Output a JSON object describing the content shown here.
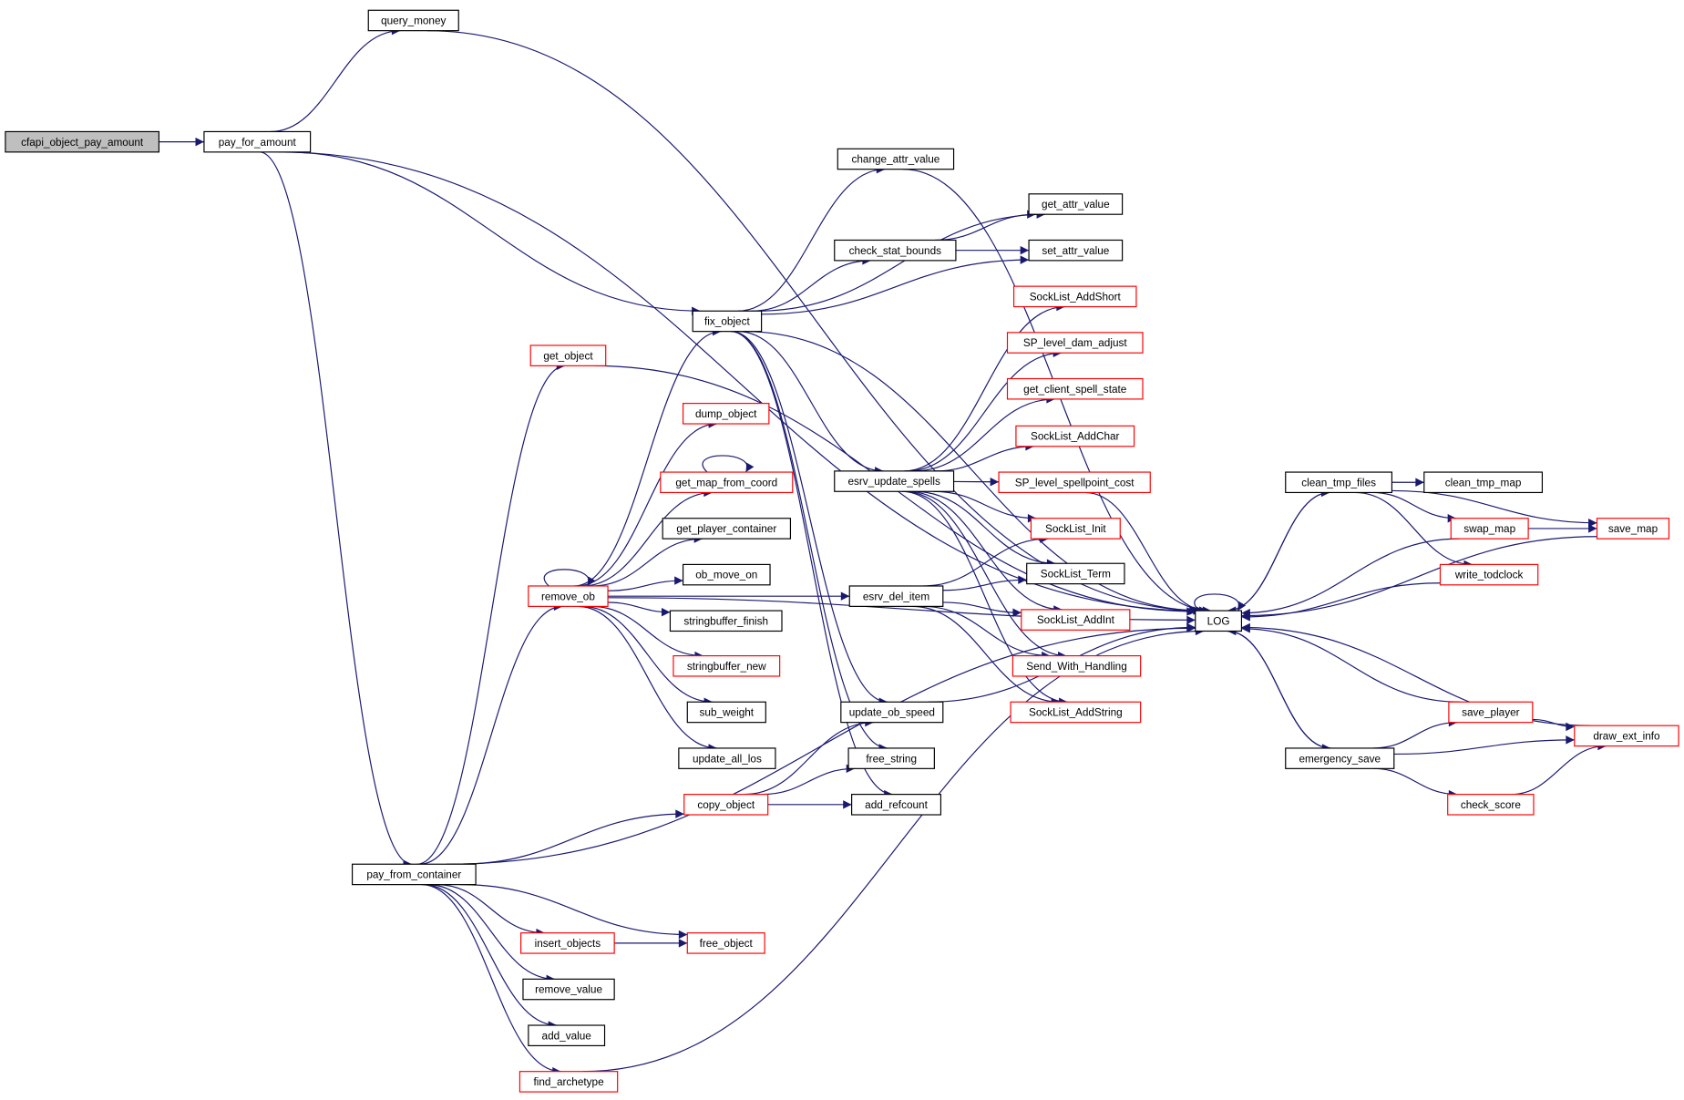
{
  "colors": {
    "edge": "#191970",
    "root_fill": "#bfbfbf",
    "node_border": "#000000",
    "truncated_border": "#ff0000",
    "node_fill": "#ffffff"
  },
  "nodes": [
    {
      "id": "cfapi_object_pay_amount",
      "label": "cfapi_object_pay_amount",
      "style": "root"
    },
    {
      "id": "pay_for_amount",
      "label": "pay_for_amount",
      "style": "black"
    },
    {
      "id": "query_money",
      "label": "query_money",
      "style": "black"
    },
    {
      "id": "get_object",
      "label": "get_object",
      "style": "red"
    },
    {
      "id": "pay_from_container",
      "label": "pay_from_container",
      "style": "black"
    },
    {
      "id": "fix_object",
      "label": "fix_object",
      "style": "black"
    },
    {
      "id": "change_attr_value",
      "label": "change_attr_value",
      "style": "black"
    },
    {
      "id": "get_attr_value",
      "label": "get_attr_value",
      "style": "black"
    },
    {
      "id": "check_stat_bounds",
      "label": "check_stat_bounds",
      "style": "black"
    },
    {
      "id": "set_attr_value",
      "label": "set_attr_value",
      "style": "black"
    },
    {
      "id": "dump_object",
      "label": "dump_object",
      "style": "red"
    },
    {
      "id": "get_map_from_coord",
      "label": "get_map_from_coord",
      "style": "red"
    },
    {
      "id": "get_player_container",
      "label": "get_player_container",
      "style": "black"
    },
    {
      "id": "ob_move_on",
      "label": "ob_move_on",
      "style": "black"
    },
    {
      "id": "remove_ob",
      "label": "remove_ob",
      "style": "red"
    },
    {
      "id": "stringbuffer_finish",
      "label": "stringbuffer_finish",
      "style": "black"
    },
    {
      "id": "stringbuffer_new",
      "label": "stringbuffer_new",
      "style": "red"
    },
    {
      "id": "sub_weight",
      "label": "sub_weight",
      "style": "black"
    },
    {
      "id": "update_all_los",
      "label": "update_all_los",
      "style": "black"
    },
    {
      "id": "copy_object",
      "label": "copy_object",
      "style": "red"
    },
    {
      "id": "insert_objects",
      "label": "insert_objects",
      "style": "red"
    },
    {
      "id": "free_object",
      "label": "free_object",
      "style": "red"
    },
    {
      "id": "remove_value",
      "label": "remove_value",
      "style": "black"
    },
    {
      "id": "add_value",
      "label": "add_value",
      "style": "black"
    },
    {
      "id": "find_archetype",
      "label": "find_archetype",
      "style": "red"
    },
    {
      "id": "esrv_update_spells",
      "label": "esrv_update_spells",
      "style": "black"
    },
    {
      "id": "esrv_del_item",
      "label": "esrv_del_item",
      "style": "black"
    },
    {
      "id": "update_ob_speed",
      "label": "update_ob_speed",
      "style": "black"
    },
    {
      "id": "free_string",
      "label": "free_string",
      "style": "black"
    },
    {
      "id": "add_refcount",
      "label": "add_refcount",
      "style": "black"
    },
    {
      "id": "SockList_AddShort",
      "label": "SockList_AddShort",
      "style": "red"
    },
    {
      "id": "SP_level_dam_adjust",
      "label": "SP_level_dam_adjust",
      "style": "red"
    },
    {
      "id": "get_client_spell_state",
      "label": "get_client_spell_state",
      "style": "red"
    },
    {
      "id": "SockList_AddChar",
      "label": "SockList_AddChar",
      "style": "red"
    },
    {
      "id": "SP_level_spellpoint_cost",
      "label": "SP_level_spellpoint_cost",
      "style": "red"
    },
    {
      "id": "SockList_Init",
      "label": "SockList_Init",
      "style": "red"
    },
    {
      "id": "SockList_Term",
      "label": "SockList_Term",
      "style": "black"
    },
    {
      "id": "SockList_AddInt",
      "label": "SockList_AddInt",
      "style": "red"
    },
    {
      "id": "Send_With_Handling",
      "label": "Send_With_Handling",
      "style": "red"
    },
    {
      "id": "SockList_AddString",
      "label": "SockList_AddString",
      "style": "red"
    },
    {
      "id": "LOG",
      "label": "LOG",
      "style": "black"
    },
    {
      "id": "clean_tmp_files",
      "label": "clean_tmp_files",
      "style": "black"
    },
    {
      "id": "clean_tmp_map",
      "label": "clean_tmp_map",
      "style": "black"
    },
    {
      "id": "swap_map",
      "label": "swap_map",
      "style": "red"
    },
    {
      "id": "save_map",
      "label": "save_map",
      "style": "red"
    },
    {
      "id": "write_todclock",
      "label": "write_todclock",
      "style": "red"
    },
    {
      "id": "emergency_save",
      "label": "emergency_save",
      "style": "black"
    },
    {
      "id": "save_player",
      "label": "save_player",
      "style": "red"
    },
    {
      "id": "draw_ext_info",
      "label": "draw_ext_info",
      "style": "red"
    },
    {
      "id": "check_score",
      "label": "check_score",
      "style": "red"
    }
  ],
  "edges": [
    [
      "cfapi_object_pay_amount",
      "pay_for_amount"
    ],
    [
      "pay_for_amount",
      "query_money"
    ],
    [
      "pay_for_amount",
      "LOG"
    ],
    [
      "pay_for_amount",
      "fix_object"
    ],
    [
      "pay_for_amount",
      "pay_from_container"
    ],
    [
      "query_money",
      "LOG"
    ],
    [
      "pay_from_container",
      "get_object"
    ],
    [
      "pay_from_container",
      "remove_ob"
    ],
    [
      "pay_from_container",
      "copy_object"
    ],
    [
      "pay_from_container",
      "LOG"
    ],
    [
      "pay_from_container",
      "free_object"
    ],
    [
      "pay_from_container",
      "insert_objects"
    ],
    [
      "pay_from_container",
      "remove_value"
    ],
    [
      "pay_from_container",
      "add_value"
    ],
    [
      "pay_from_container",
      "find_archetype"
    ],
    [
      "get_object",
      "LOG"
    ],
    [
      "remove_ob",
      "fix_object"
    ],
    [
      "remove_ob",
      "remove_ob"
    ],
    [
      "remove_ob",
      "dump_object"
    ],
    [
      "remove_ob",
      "get_map_from_coord"
    ],
    [
      "remove_ob",
      "get_player_container"
    ],
    [
      "remove_ob",
      "ob_move_on"
    ],
    [
      "remove_ob",
      "stringbuffer_finish"
    ],
    [
      "remove_ob",
      "stringbuffer_new"
    ],
    [
      "remove_ob",
      "sub_weight"
    ],
    [
      "remove_ob",
      "update_all_los"
    ],
    [
      "remove_ob",
      "LOG"
    ],
    [
      "remove_ob",
      "esrv_del_item"
    ],
    [
      "fix_object",
      "change_attr_value"
    ],
    [
      "fix_object",
      "get_attr_value"
    ],
    [
      "fix_object",
      "check_stat_bounds"
    ],
    [
      "fix_object",
      "set_attr_value"
    ],
    [
      "fix_object",
      "esrv_update_spells"
    ],
    [
      "fix_object",
      "update_ob_speed"
    ],
    [
      "fix_object",
      "free_string"
    ],
    [
      "fix_object",
      "add_refcount"
    ],
    [
      "fix_object",
      "LOG"
    ],
    [
      "check_stat_bounds",
      "get_attr_value"
    ],
    [
      "check_stat_bounds",
      "set_attr_value"
    ],
    [
      "change_attr_value",
      "LOG"
    ],
    [
      "get_map_from_coord",
      "get_map_from_coord"
    ],
    [
      "esrv_update_spells",
      "SockList_AddShort"
    ],
    [
      "esrv_update_spells",
      "SP_level_dam_adjust"
    ],
    [
      "esrv_update_spells",
      "get_client_spell_state"
    ],
    [
      "esrv_update_spells",
      "SockList_AddChar"
    ],
    [
      "esrv_update_spells",
      "SP_level_spellpoint_cost"
    ],
    [
      "esrv_update_spells",
      "SockList_Init"
    ],
    [
      "esrv_update_spells",
      "SockList_Term"
    ],
    [
      "esrv_update_spells",
      "SockList_AddInt"
    ],
    [
      "esrv_update_spells",
      "Send_With_Handling"
    ],
    [
      "esrv_update_spells",
      "SockList_AddString"
    ],
    [
      "esrv_del_item",
      "SockList_Init"
    ],
    [
      "esrv_del_item",
      "SockList_Term"
    ],
    [
      "esrv_del_item",
      "SockList_AddInt"
    ],
    [
      "esrv_del_item",
      "Send_With_Handling"
    ],
    [
      "esrv_del_item",
      "SockList_AddString"
    ],
    [
      "SP_level_spellpoint_cost",
      "LOG"
    ],
    [
      "update_ob_speed",
      "LOG"
    ],
    [
      "copy_object",
      "update_ob_speed"
    ],
    [
      "copy_object",
      "free_string"
    ],
    [
      "copy_object",
      "add_refcount"
    ],
    [
      "insert_objects",
      "free_object"
    ],
    [
      "find_archetype",
      "LOG"
    ],
    [
      "LOG",
      "LOG"
    ],
    [
      "LOG",
      "clean_tmp_files"
    ],
    [
      "LOG",
      "emergency_save"
    ],
    [
      "clean_tmp_files",
      "LOG"
    ],
    [
      "clean_tmp_files",
      "clean_tmp_map"
    ],
    [
      "clean_tmp_files",
      "swap_map"
    ],
    [
      "clean_tmp_files",
      "write_todclock"
    ],
    [
      "clean_tmp_files",
      "save_map"
    ],
    [
      "swap_map",
      "save_map"
    ],
    [
      "swap_map",
      "LOG"
    ],
    [
      "write_todclock",
      "LOG"
    ],
    [
      "save_map",
      "LOG"
    ],
    [
      "emergency_save",
      "LOG"
    ],
    [
      "emergency_save",
      "save_player"
    ],
    [
      "emergency_save",
      "draw_ext_info"
    ],
    [
      "emergency_save",
      "check_score"
    ],
    [
      "save_player",
      "LOG"
    ],
    [
      "save_player",
      "draw_ext_info"
    ],
    [
      "draw_ext_info",
      "LOG"
    ],
    [
      "check_score",
      "draw_ext_info"
    ]
  ]
}
